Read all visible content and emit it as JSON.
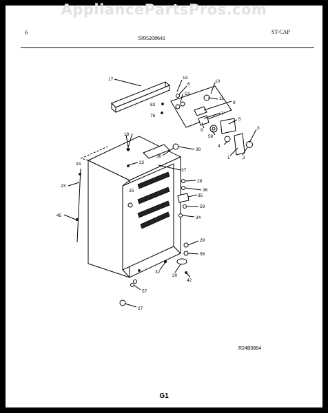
{
  "watermark": "AppliancePartsPros.com",
  "header": {
    "left": "6",
    "doc_number": "5995208641",
    "right": "ST-CAP"
  },
  "diagram_code": "R24B0864",
  "page_label": "G1",
  "callouts": [
    {
      "id": "17",
      "text": "17"
    },
    {
      "id": "14",
      "text": "14"
    },
    {
      "id": "6a",
      "text": "6"
    },
    {
      "id": "13",
      "text": "13"
    },
    {
      "id": "10",
      "text": "10"
    },
    {
      "id": "11",
      "text": "11"
    },
    {
      "id": "9",
      "text": "9"
    },
    {
      "id": "83",
      "text": "83"
    },
    {
      "id": "76",
      "text": "76"
    },
    {
      "id": "7",
      "text": "7"
    },
    {
      "id": "8",
      "text": "8"
    },
    {
      "id": "5",
      "text": "5"
    },
    {
      "id": "58a",
      "text": "58"
    },
    {
      "id": "3",
      "text": "3"
    },
    {
      "id": "4",
      "text": "4"
    },
    {
      "id": "1",
      "text": "1"
    },
    {
      "id": "2",
      "text": "2"
    },
    {
      "id": "18",
      "text": "18"
    },
    {
      "id": "30",
      "text": "30"
    },
    {
      "id": "38",
      "text": "38"
    },
    {
      "id": "22",
      "text": "22"
    },
    {
      "id": "24",
      "text": "24"
    },
    {
      "id": "37",
      "text": "37"
    },
    {
      "id": "23",
      "text": "23"
    },
    {
      "id": "28",
      "text": "28"
    },
    {
      "id": "36",
      "text": "36"
    },
    {
      "id": "25",
      "text": "25"
    },
    {
      "id": "35",
      "text": "35"
    },
    {
      "id": "59",
      "text": "59"
    },
    {
      "id": "45",
      "text": "45"
    },
    {
      "id": "34",
      "text": "34"
    },
    {
      "id": "29",
      "text": "29"
    },
    {
      "id": "58b",
      "text": "58"
    },
    {
      "id": "32",
      "text": "32"
    },
    {
      "id": "20",
      "text": "20"
    },
    {
      "id": "42",
      "text": "42"
    },
    {
      "id": "67",
      "text": "57"
    },
    {
      "id": "27",
      "text": "27"
    }
  ]
}
